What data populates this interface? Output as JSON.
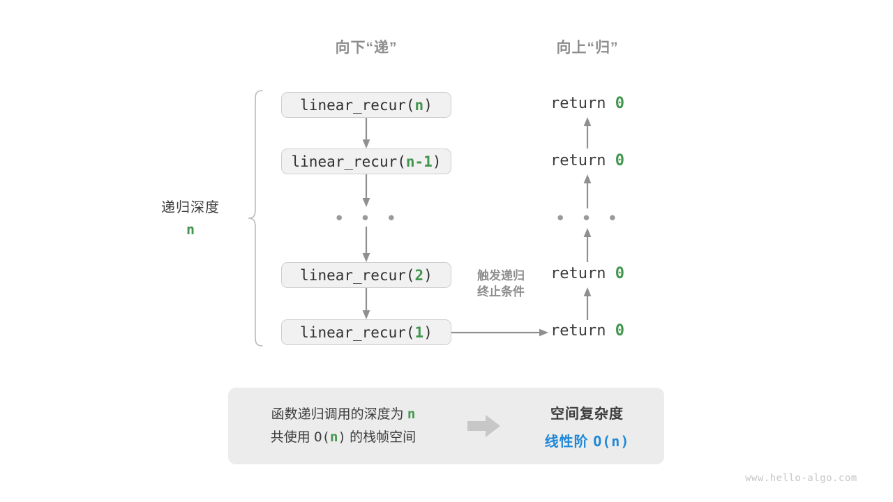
{
  "page": {
    "title": "递归调用栈空间复杂度示意图",
    "background": "#ffffff",
    "watermark": "www.hello-algo.com"
  },
  "colors": {
    "accent_green": "#41954d",
    "accent_blue": "#1e88d8",
    "gray_text": "#8d8d8d",
    "dark_text": "#3c3c3c",
    "box_fill": "#f1f1f1",
    "box_border": "#cfcfcf",
    "panel_fill": "#ececec",
    "arrow": "#8f8f8f"
  },
  "headers": {
    "down": "向下“递”",
    "up": "向上“归”"
  },
  "depth_label": {
    "title": "递归深度",
    "value": "n"
  },
  "call_stack": [
    {
      "prefix": "linear_recur(",
      "arg": "n",
      "suffix": ")"
    },
    {
      "prefix": "linear_recur(",
      "arg": "n-1",
      "suffix": ")"
    },
    {
      "prefix": "linear_recur(",
      "arg": "2",
      "suffix": ")"
    },
    {
      "prefix": "linear_recur(",
      "arg": "1",
      "suffix": ")"
    }
  ],
  "call_ellipsis": "• • •",
  "returns": [
    {
      "keyword": "return",
      "value": "0"
    },
    {
      "keyword": "return",
      "value": "0"
    },
    {
      "keyword": "return",
      "value": "0"
    },
    {
      "keyword": "return",
      "value": "0"
    }
  ],
  "return_ellipsis": "• • •",
  "trigger_note": {
    "line1": "触发递归",
    "line2": "终止条件"
  },
  "summary": {
    "left": {
      "line1_a": "函数递归调用的深度为",
      "line1_n": "n",
      "line2_a": "共使用",
      "line2_o": "O(",
      "line2_n": "n",
      "line2_c": ")",
      "line2_b": "的栈帧空间"
    },
    "arrow_icon": "right-block-arrow-icon",
    "right": {
      "title": "空间复杂度",
      "value_label": "线性阶",
      "value_o": "O(",
      "value_n": "n",
      "value_c": ")"
    }
  }
}
